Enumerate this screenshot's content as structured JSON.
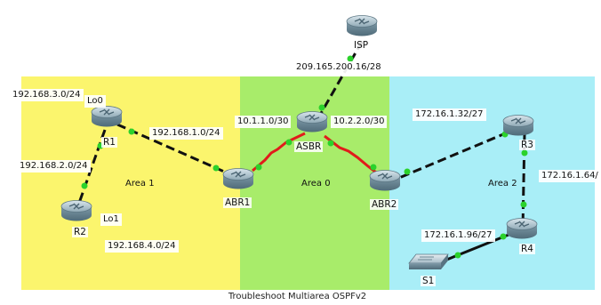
{
  "title": "Troubleshoot Multiarea OSPFv2",
  "colors": {
    "area1": "#fbf56d",
    "area0": "#a8ec6a",
    "area2": "#a9eef7",
    "ethernet_link": "#111111",
    "serial_link": "#e11b1b",
    "port_up": "#2bd22b",
    "router_body": "#7a97a6"
  },
  "areas": [
    {
      "id": "area1",
      "label": "Area 1"
    },
    {
      "id": "area0",
      "label": "Area 0"
    },
    {
      "id": "area2",
      "label": "Area 2"
    }
  ],
  "devices": [
    {
      "id": "isp",
      "type": "router",
      "label": "ISP",
      "icon": "router-icon"
    },
    {
      "id": "asbr",
      "type": "router",
      "label": "ASBR",
      "icon": "router-icon"
    },
    {
      "id": "r1",
      "type": "router",
      "label": "R1",
      "icon": "router-icon"
    },
    {
      "id": "r2",
      "type": "router",
      "label": "R2",
      "icon": "router-icon"
    },
    {
      "id": "abr1",
      "type": "router",
      "label": "ABR1",
      "icon": "router-icon"
    },
    {
      "id": "abr2",
      "type": "router",
      "label": "ABR2",
      "icon": "router-icon"
    },
    {
      "id": "r3",
      "type": "router",
      "label": "R3",
      "icon": "router-icon"
    },
    {
      "id": "r4",
      "type": "router",
      "label": "R4",
      "icon": "router-icon"
    },
    {
      "id": "s1",
      "type": "switch",
      "label": "S1",
      "icon": "switch-icon"
    }
  ],
  "links": [
    {
      "from": "isp",
      "to": "asbr",
      "type": "ethernet",
      "network": "209.165.200.16/28"
    },
    {
      "from": "r1",
      "to": "abr1",
      "type": "ethernet",
      "network": "192.168.1.0/24"
    },
    {
      "from": "r1",
      "to": "r2",
      "type": "ethernet",
      "network": "192.168.2.0/24"
    },
    {
      "from": "asbr",
      "to": "abr1",
      "type": "serial",
      "network": "10.1.1.0/30"
    },
    {
      "from": "asbr",
      "to": "abr2",
      "type": "serial",
      "network": "10.2.2.0/30"
    },
    {
      "from": "abr2",
      "to": "r3",
      "type": "ethernet",
      "network": "172.16.1.32/27"
    },
    {
      "from": "r3",
      "to": "r4",
      "type": "ethernet",
      "network": "172.16.1.64/"
    },
    {
      "from": "s1",
      "to": "r4",
      "type": "ethernet",
      "network": "172.16.1.96/27"
    }
  ],
  "loopbacks": [
    {
      "device": "r1",
      "label": "Lo0",
      "network": "192.168.3.0/24"
    },
    {
      "device": "r2",
      "label": "Lo1",
      "network": "192.168.4.0/24"
    }
  ]
}
